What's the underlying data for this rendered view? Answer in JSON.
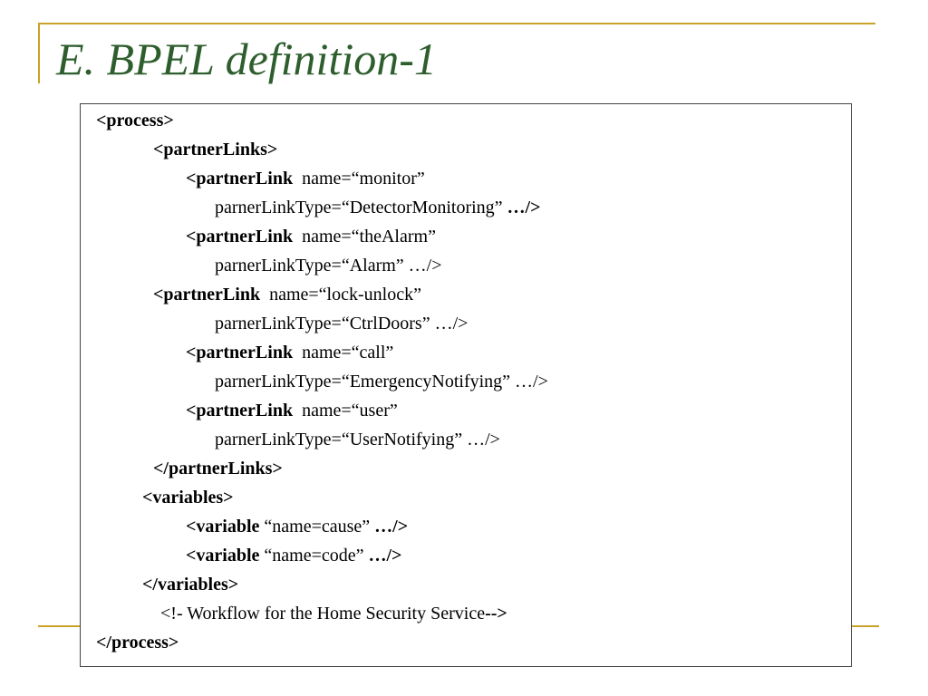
{
  "title": "E. BPEL definition-1",
  "colors": {
    "accent": "#c9a227",
    "title": "#2e5e2e"
  },
  "code_lines": [
    {
      "bold": "<process>",
      "text": ""
    },
    {
      "bold": "<partnerLinks>",
      "text": ""
    },
    {
      "bold": "<partnerLink",
      "text": "  name=“monitor”"
    },
    {
      "bold": "",
      "text": "parnerLinkType=“DetectorMonitoring” ",
      "bold_tail": "…/>"
    },
    {
      "bold": "<partnerLink",
      "text": "  name=“theAlarm”"
    },
    {
      "bold": "",
      "text": "parnerLinkType=“Alarm” …/>"
    },
    {
      "bold": "<partnerLink",
      "text": "  name=“lock-unlock”"
    },
    {
      "bold": "",
      "text": "parnerLinkType=“CtrlDoors” …/>"
    },
    {
      "bold": "<partnerLink",
      "text": "  name=“call”"
    },
    {
      "bold": "",
      "text": "parnerLinkType=“EmergencyNotifying” …/>"
    },
    {
      "bold": "<partnerLink",
      "text": "  name=“user”"
    },
    {
      "bold": "",
      "text": "parnerLinkType=“UserNotifying” …/>"
    },
    {
      "bold": "</partnerLinks>",
      "text": ""
    },
    {
      "bold": "<variables>",
      "text": ""
    },
    {
      "bold": "<variable",
      "text": " “name=cause” ",
      "bold_tail": "…/>"
    },
    {
      "bold": "<variable",
      "text": " “name=code” ",
      "bold_tail": "…/>"
    },
    {
      "bold": "</variables>",
      "text": ""
    },
    {
      "bold": "",
      "text": "<!- Workflow for the Home Security Service",
      "bold_tail": "-->"
    },
    {
      "bold": "</process>",
      "text": ""
    }
  ]
}
